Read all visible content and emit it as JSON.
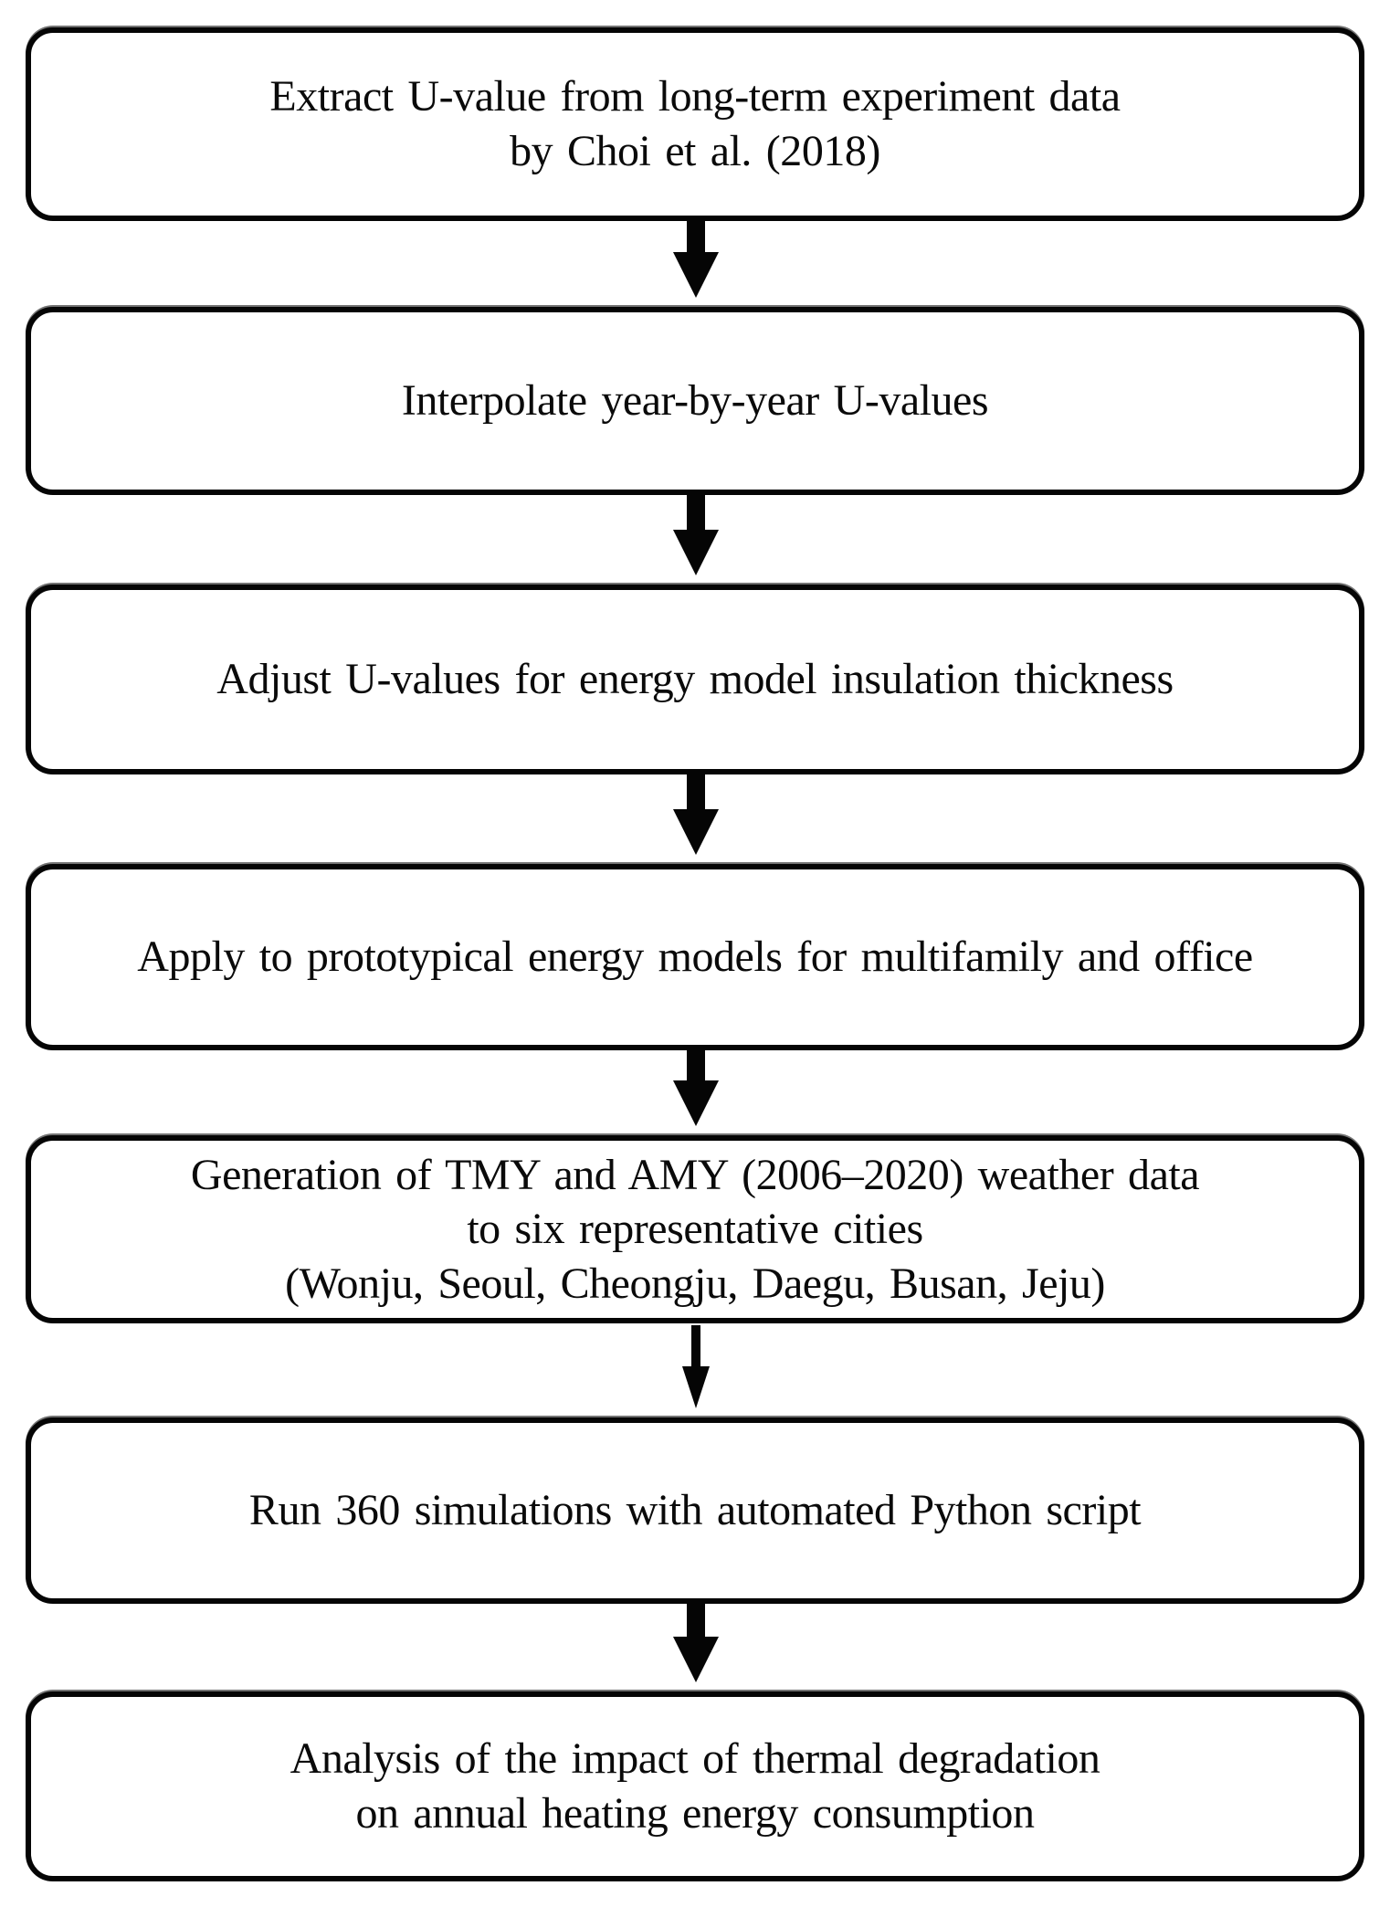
{
  "figure": {
    "type": "flowchart",
    "background_color": "#ffffff",
    "box_border_color": "#000000",
    "arrow_color": "#000000",
    "text_color": "#000000",
    "connector_icon": "down-arrow",
    "steps": [
      {
        "text": "Extract U-value from long-term experiment data\nby Choi et al. (2018)"
      },
      {
        "text": "Interpolate year-by-year  U-values"
      },
      {
        "text": "Adjust U-values for energy  model insulation thickness"
      },
      {
        "text": "Apply  to prototypical energy  models for multifamily and  office"
      },
      {
        "text": "Generation of TMY and AMY (2006–2020) weather data\nto six representative cities\n(Wonju, Seoul, Cheongju, Daegu,  Busan, Jeju)"
      },
      {
        "text": "Run 360 simulations with automated Python script"
      },
      {
        "text": "Analysis  of the impact of thermal degradation\non annual heating energy  consumption"
      }
    ]
  }
}
